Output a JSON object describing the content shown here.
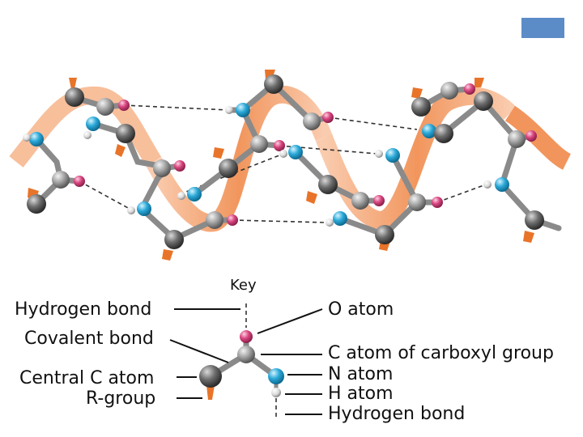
{
  "key_title": "Key",
  "labels_left": {
    "hydrogen_bond": "Hydrogen bond",
    "covalent_bond": "Covalent bond",
    "central_c_atom": "Central C atom",
    "r_group": "R-group"
  },
  "labels_right": {
    "o_atom": "O atom",
    "c_atom_carboxyl": "C atom of carboxyl group",
    "n_atom": "N atom",
    "h_atom": "H atom",
    "hydrogen_bond": "Hydrogen bond"
  },
  "colors": {
    "ribbon": "#F08A4B",
    "ribbon_light": "#F9C6A6",
    "carbon_atom": "#6E6E6E",
    "oxygen_atom": "#D8457F",
    "nitrogen_atom": "#2BA9D8",
    "hydrogen_atom": "#E8E8E8",
    "r_group": "#E8742A",
    "corner_box": "#5B8CC8"
  }
}
